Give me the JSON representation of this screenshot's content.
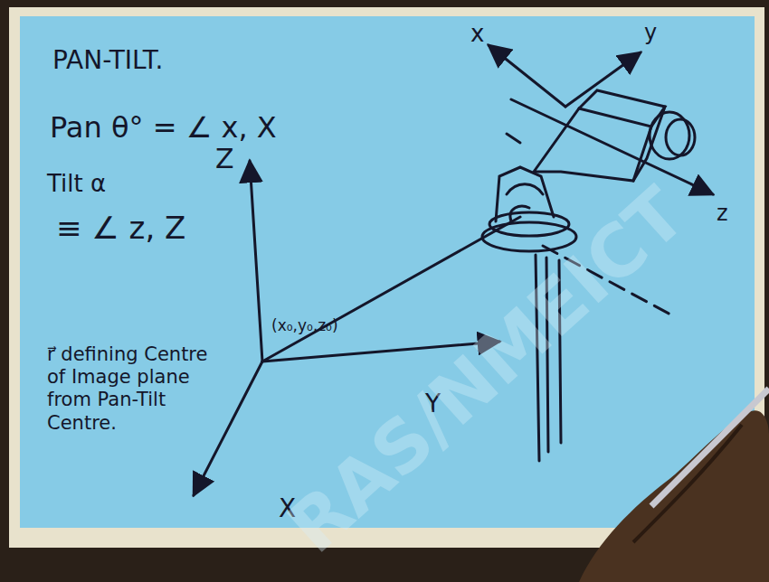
{
  "diagram": {
    "title": "PAN-TILT.",
    "labels": [
      "Pan θ° = ∠ x, X",
      "Tilt α",
      "≡ ∠ z, Z",
      "Z",
      "(x₀,y₀,z₀)",
      "r⃗ defining Centre of Image plane from Pan-Tilt Centre.",
      "Y",
      "X",
      "x",
      "y",
      "z",
      "RAS/NMEICT"
    ]
  }
}
